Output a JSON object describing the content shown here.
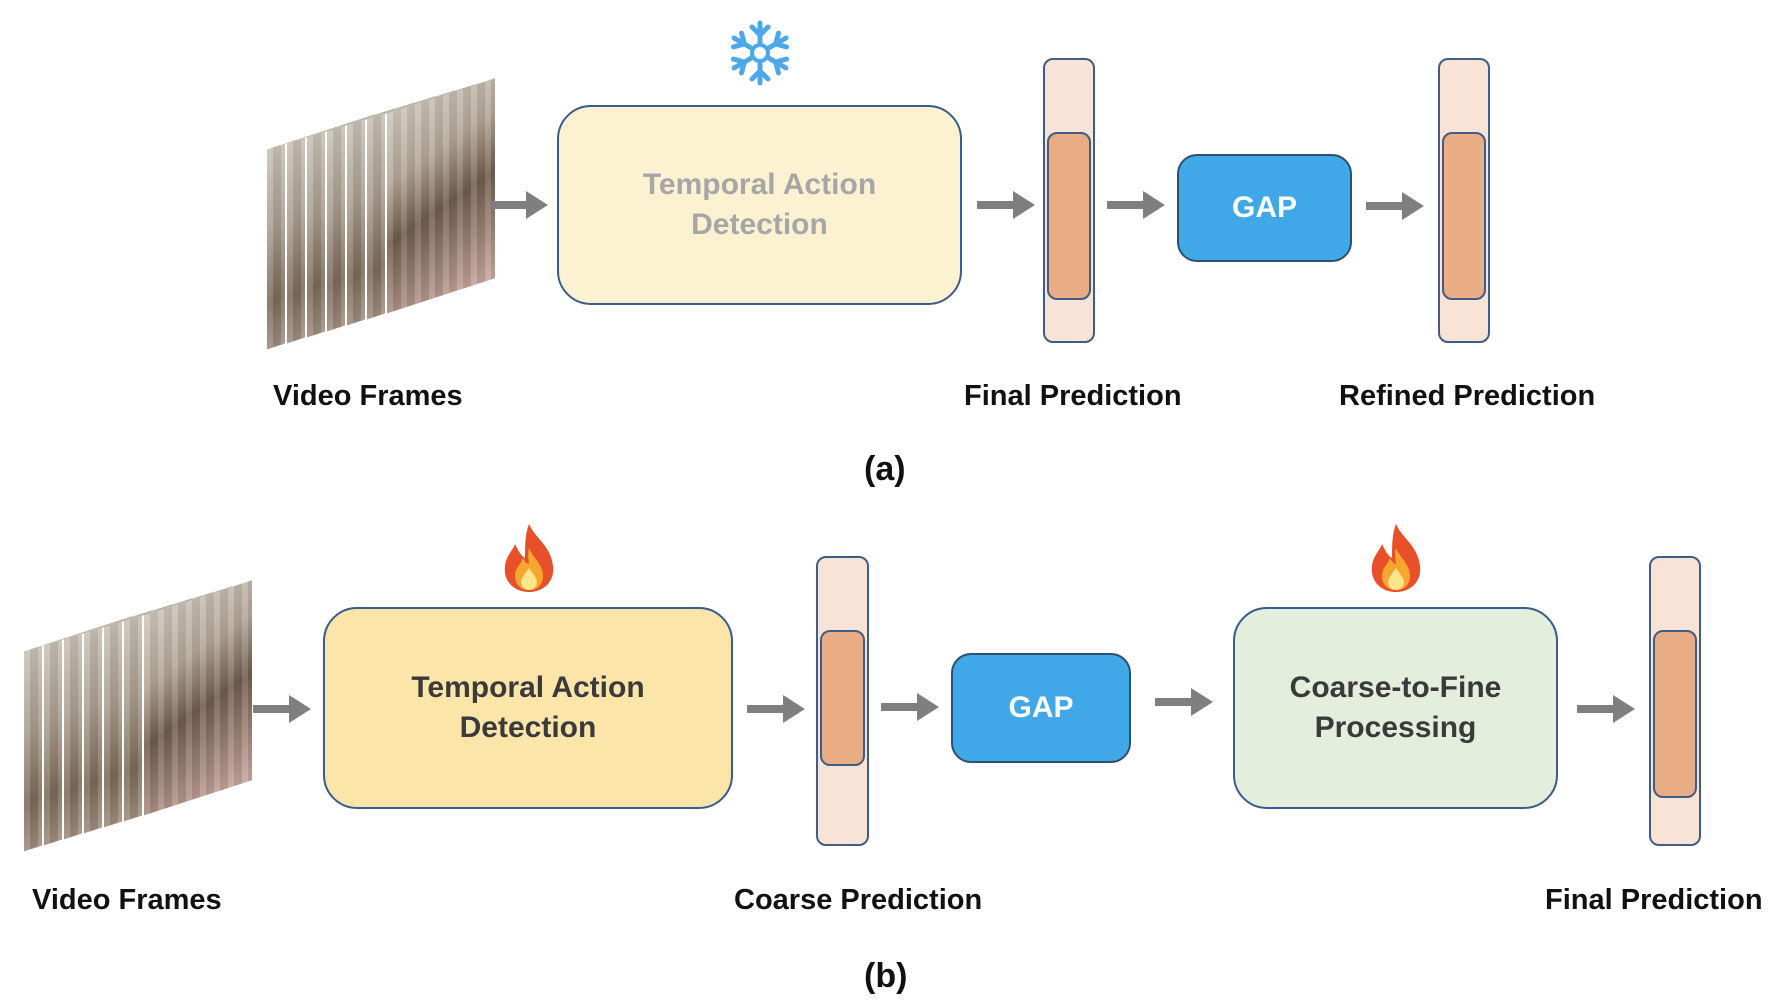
{
  "panel_a": {
    "input_label": "Video Frames",
    "detector_label_line1": "Temporal Action",
    "detector_label_line2": "Detection",
    "detector_state_icon": "snowflake-icon",
    "pooling_label": "GAP",
    "first_output_label": "Final Prediction",
    "second_output_label": "Refined Prediction",
    "caption": "(a)"
  },
  "panel_b": {
    "input_label": "Video Frames",
    "detector_label_line1": "Temporal Action",
    "detector_label_line2": "Detection",
    "detector_state_icon": "fire-icon",
    "pooling_label": "GAP",
    "refiner_label_line1": "Coarse-to-Fine",
    "refiner_label_line2": "Processing",
    "refiner_state_icon": "fire-icon",
    "first_output_label": "Coarse Prediction",
    "second_output_label": "Final Prediction",
    "caption": "(b)"
  },
  "colors": {
    "frozen_detector": "#fcf2d2",
    "trainable_detector": "#fbe5a8",
    "gap": "#41a8e8",
    "refiner": "#e3efdc",
    "prediction_bar": "#f8e3d6",
    "prediction_segment": "#e8ad84",
    "arrow": "#7f7f7f"
  }
}
